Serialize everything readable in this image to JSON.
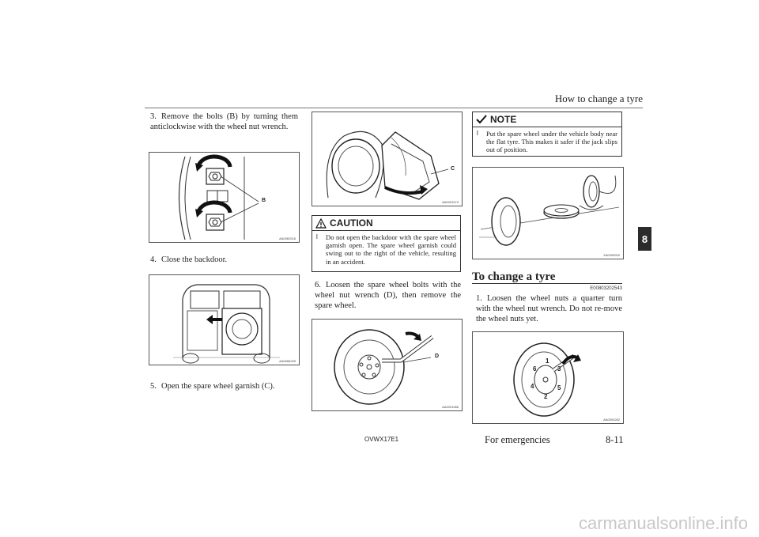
{
  "header": {
    "running_title": "How to change a tyre",
    "chapter_tab": "8"
  },
  "left_column": {
    "step3": {
      "number": "3.",
      "text": "Remove the bolts (B) by turning them anticlockwise with the wheel nut wrench."
    },
    "fig_bolts": {
      "callout": "B",
      "fig_id": "AA0062516"
    },
    "step4": {
      "number": "4.",
      "text": "Close the backdoor."
    },
    "fig_backdoor": {
      "fig_id": "AA0066239"
    },
    "step5": {
      "number": "5.",
      "text": "Open the spare wheel garnish (C)."
    }
  },
  "middle_column": {
    "fig_garnish": {
      "callout": "C",
      "fig_id": "AA0091073"
    },
    "caution": {
      "title": "CAUTION",
      "bullet": "l",
      "text": "Do not open the backdoor with the spare wheel garnish open. The spare wheel garnish could swing out to the right of the vehicle, resulting in an accident."
    },
    "step6": {
      "number": "6.",
      "text": "Loosen the spare wheel bolts with the wheel nut wrench (D), then remove the spare wheel."
    },
    "fig_spare": {
      "callout": "D",
      "fig_id": "AA0091086"
    }
  },
  "right_column": {
    "note": {
      "title": "NOTE",
      "bullet": "l",
      "text": "Put the spare wheel under the vehicle body near the flat tyre. This makes it safer if the jack slips out of position."
    },
    "fig_spare_under": {
      "fig_id": "ZA0005920"
    },
    "section": {
      "title": "To change a tyre",
      "code": "E00803202543"
    },
    "step1": {
      "number": "1.",
      "text": "Loosen the wheel nuts a quarter turn with the wheel nut wrench. Do not re-move the wheel nuts yet."
    },
    "fig_nuts": {
      "fig_id": "AA0004282",
      "nut_labels": [
        "1",
        "2",
        "3",
        "4",
        "5",
        "6"
      ]
    }
  },
  "footer": {
    "doc_code": "OVWX17E1",
    "section_name": "For emergencies",
    "page_number": "8-11",
    "watermark": "carmanualsonline.info"
  }
}
